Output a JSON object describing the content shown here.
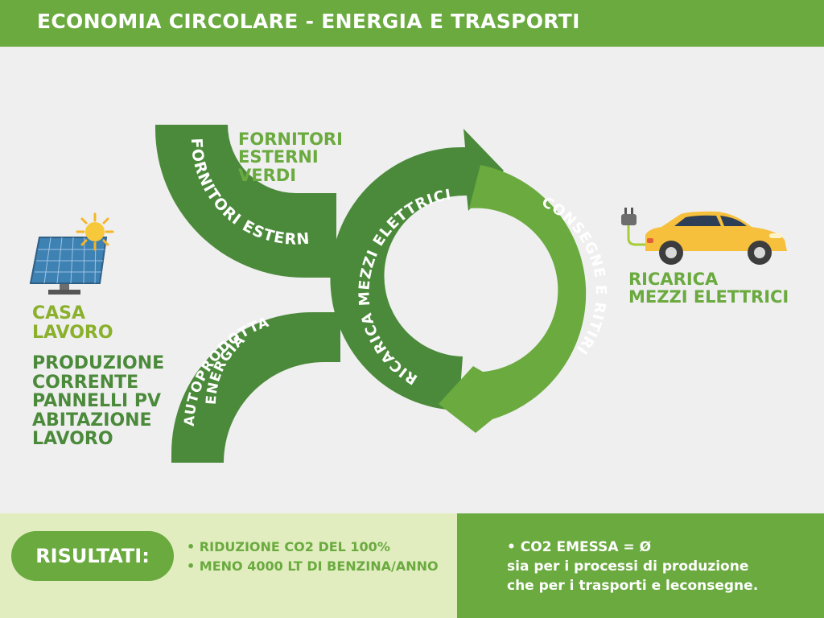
{
  "header": {
    "title": "ECONOMIA CIRCOLARE - ENERGIA E TRASPORTI"
  },
  "diagram": {
    "arrow_labels": {
      "fornitori_esterni": "FORNITORI ESTERNI",
      "ricarica_mezzi_elettrici": "RICARICA MEZZI ELETTRICI",
      "consegne_e_ritiri": "CONSEGNE E RITIRI",
      "energia_line1": "ENERGIA",
      "energia_line2": "AUTOPRODOTTA"
    },
    "fornitori_verdi": [
      "FORNITORI",
      "ESTERNI",
      "VERDI"
    ],
    "casa_lavoro": [
      "CASA",
      "LAVORO"
    ],
    "produzione": [
      "PRODUZIONE",
      "CORRENTE",
      "PANNELLI PV",
      "ABITAZIONE",
      "LAVORO"
    ],
    "ricarica_right": [
      "RICARICA",
      "MEZZI ELETTRICI"
    ]
  },
  "footer": {
    "risultati": "RISULTATI:",
    "bullets": [
      "• RIDUZIONE CO2 DEL 100%",
      "• MENO 4000 LT DI BENZINA/ANNO"
    ],
    "right_lines": [
      "• CO2 EMESSA = Ø",
      "sia per i processi di produzione",
      "che per i trasporti e leconsegne."
    ]
  },
  "icons": {
    "solar_panel": "solar-panel-icon",
    "sun": "sun-icon",
    "car": "electric-car-icon",
    "plug": "plug-icon"
  },
  "colors": {
    "header": "#6aaa3f",
    "arrow_dark": "#4b8a3a",
    "arrow_light": "#6aaa3f",
    "footer_left": "#e1edbf",
    "car": "#f6c03c",
    "panel": "#3e81b3"
  }
}
